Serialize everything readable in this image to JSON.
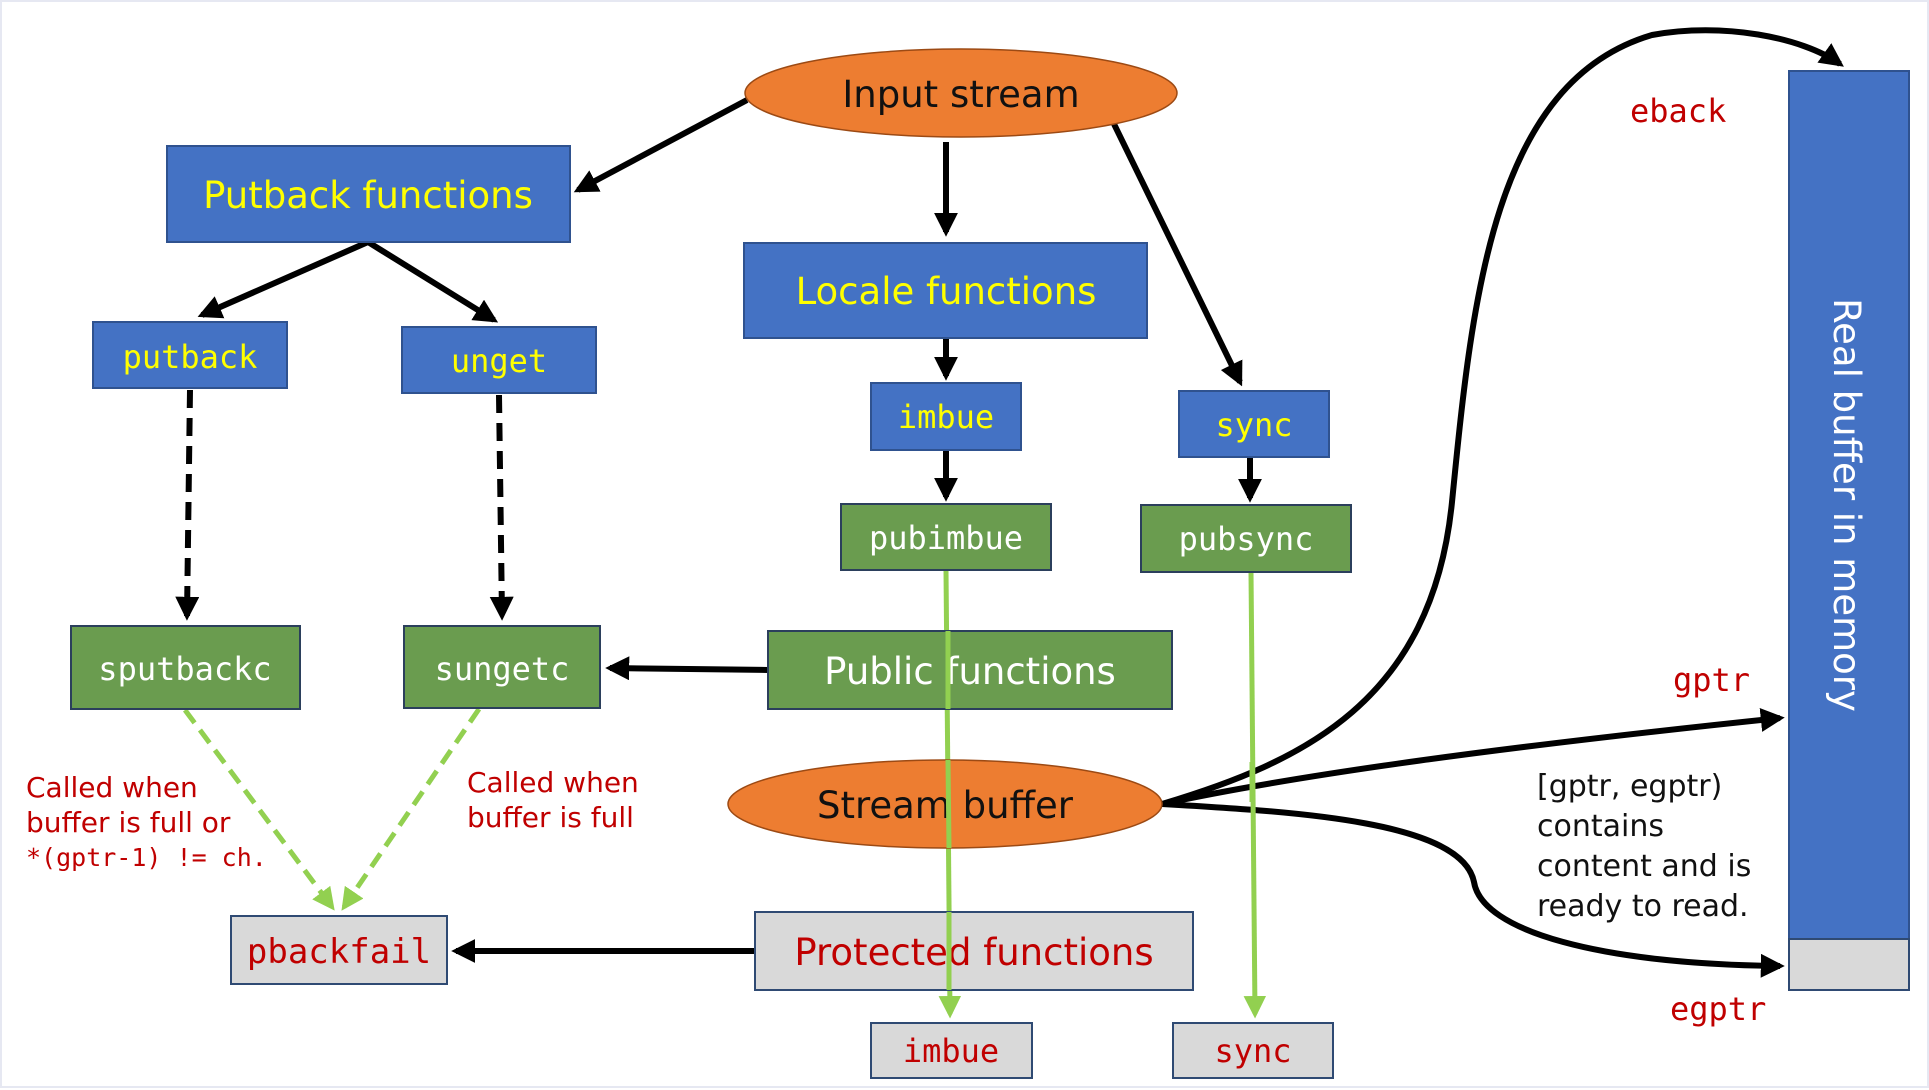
{
  "diagram": {
    "nodes": {
      "input_stream": "Input stream",
      "putback_functions": "Putback functions",
      "putback": "putback",
      "unget": "unget",
      "locale_functions": "Locale functions",
      "imbue": "imbue",
      "sync": "sync",
      "pubimbue": "pubimbue",
      "pubsync": "pubsync",
      "sputbackc": "sputbackc",
      "sungetc": "sungetc",
      "public_functions": "Public functions",
      "stream_buffer": "Stream buffer",
      "pbackfail": "pbackfail",
      "protected_functions": "Protected functions",
      "protected_imbue": "imbue",
      "protected_sync": "sync",
      "real_buffer": "Real buffer in memory"
    },
    "annotations": {
      "sputbackc_note": [
        "Called when",
        "buffer is full or",
        "*(gptr-1) != ch."
      ],
      "sungetc_note": [
        "Called when",
        "buffer is full"
      ],
      "range_note": [
        "[gptr, egptr)",
        "contains",
        "content and is",
        "ready to read."
      ]
    },
    "pointer_labels": {
      "eback": "eback",
      "gptr": "gptr",
      "egptr": "egptr"
    },
    "colors": {
      "public_box": "#4472c4",
      "wrapper_box": "#6a9c4f",
      "protected_box": "#d9d9d9",
      "ellipse": "#ed7d31",
      "virtual_call_edge": "#92d050",
      "label_red": "#c00000",
      "label_yellow": "#ffff00"
    }
  }
}
